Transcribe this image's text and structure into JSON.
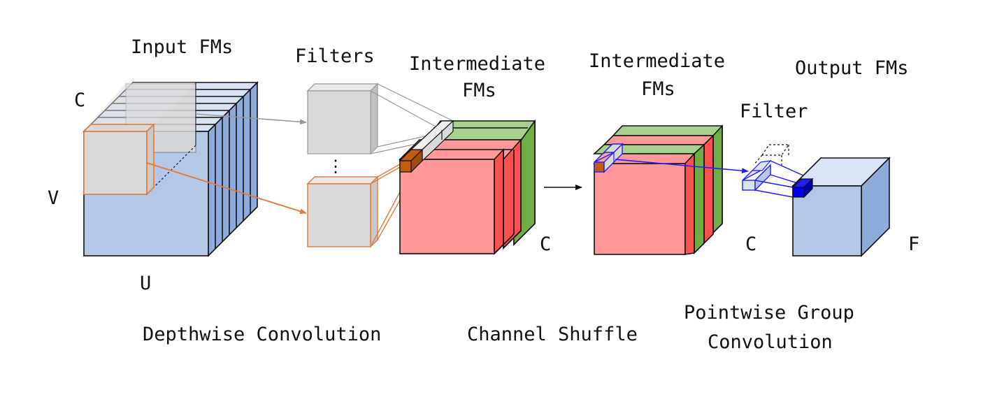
{
  "labels": {
    "input_fms": "Input FMs",
    "filters": "Filters",
    "intermediate_1_line1": "Intermediate",
    "intermediate_1_line2": "FMs",
    "intermediate_2_line1": "Intermediate",
    "intermediate_2_line2": "FMs",
    "output_fms": "Output FMs",
    "filter": "Filter",
    "dim_c_input": "C",
    "dim_v": "V",
    "dim_u": "U",
    "dim_c_intermediate_1": "C",
    "dim_c_intermediate_2": "C",
    "dim_f": "F",
    "filters_ellipsis": "⋮"
  },
  "stages": {
    "depthwise": "Depthwise Convolution",
    "shuffle": "Channel Shuffle",
    "pointwise_line1": "Pointwise Group",
    "pointwise_line2": "Convolution"
  },
  "colors": {
    "input_blue": "#b4c7e7",
    "input_blue_dark": "#8faadc",
    "filter_gray": "#d9d9d9",
    "orange": "#c55a11",
    "orange_line": "#e07b39",
    "red": "#ff9999",
    "red_dark": "#ff5050",
    "green": "#a9d18e",
    "green_dark": "#70ad47",
    "blue_line": "#1f1fff"
  }
}
